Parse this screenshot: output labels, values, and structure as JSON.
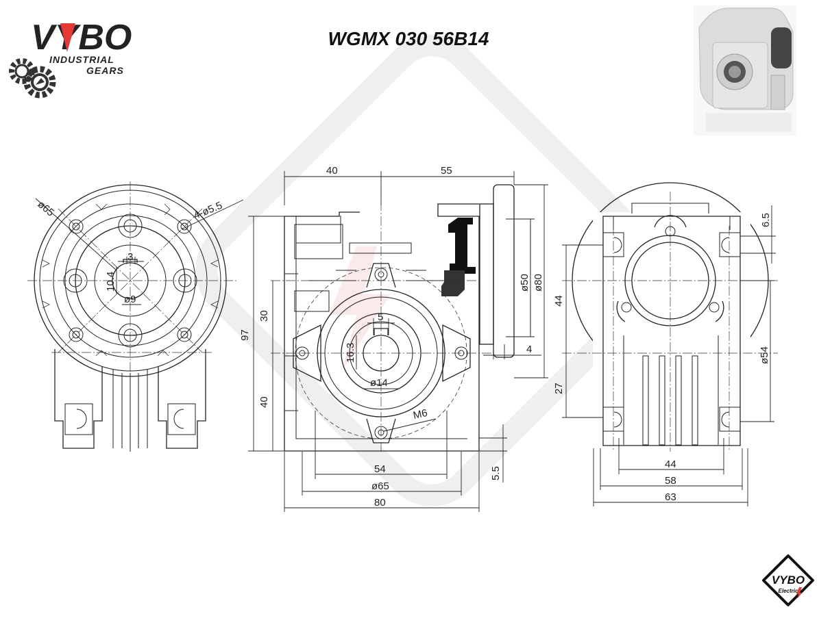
{
  "title": "WGMX 030 56B14",
  "brand": {
    "name": "VYBO",
    "line1": "INDUSTRIAL",
    "line2": "GEARS",
    "badge_name": "VYBO",
    "badge_sub": "Electric"
  },
  "colors": {
    "ink": "#222222",
    "accent_red": "#e53935",
    "watermark": "#efefef",
    "photo_body": "#dcdcdc"
  },
  "dimensions": {
    "left_view": {
      "d65": "ø65",
      "holes": "4-ø5.5",
      "key_w": "3",
      "key_h": "10.4",
      "bore": "ø9"
    },
    "mid_view": {
      "w40": "40",
      "w55": "55",
      "h97": "97",
      "h30": "30",
      "h40": "40",
      "key5": "5",
      "key16": "16.3",
      "bore14": "ø14",
      "thread": "M6",
      "d50": "ø50",
      "d80": "ø80",
      "t4": "4",
      "w54": "54",
      "d65": "ø65",
      "w80": "80",
      "t55": "5.5"
    },
    "right_view": {
      "t65": "6.5",
      "h44": "44",
      "h27": "27",
      "d54": "ø54",
      "w44": "44",
      "w58": "58",
      "w63": "63"
    }
  }
}
